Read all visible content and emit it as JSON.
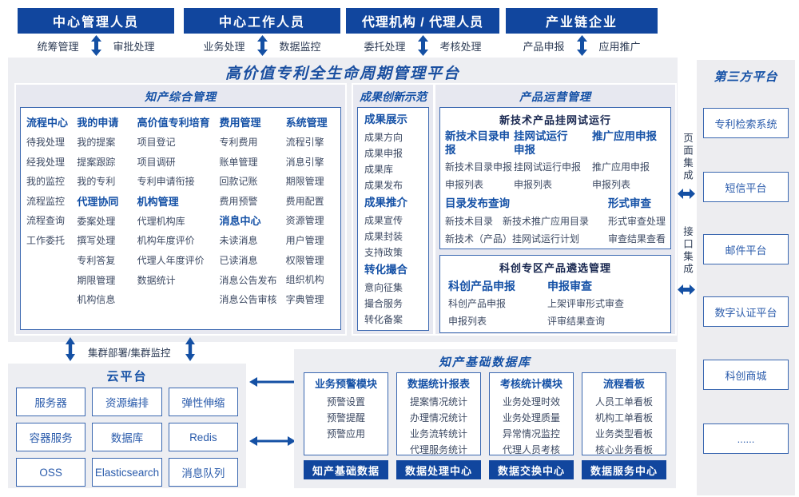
{
  "roles": [
    {
      "title": "中心管理人员",
      "left": "统筹管理",
      "right": "审批处理"
    },
    {
      "title": "中心工作人员",
      "left": "业务处理",
      "right": "数据监控"
    },
    {
      "title": "代理机构 / 代理人员",
      "left": "委托处理",
      "right": "考核处理"
    },
    {
      "title": "产业链企业",
      "left": "产品申报",
      "right": "应用推广"
    }
  ],
  "platform_title": "高价值专利全生命周期管理平台",
  "ip_management": {
    "title": "知产综合管理",
    "columns": [
      {
        "groups": [
          {
            "header": "流程中心",
            "items": [
              "待我处理",
              "经我处理",
              "我的监控",
              "流程监控",
              "流程查询",
              "工作委托"
            ]
          }
        ]
      },
      {
        "groups": [
          {
            "header": "我的申请",
            "items": [
              "我的提案",
              "提案跟踪",
              "我的专利"
            ]
          },
          {
            "header": "代理协同",
            "items": [
              "委案处理",
              "撰写处理",
              "专利答复",
              "期限管理",
              "机构信息"
            ]
          }
        ]
      },
      {
        "groups": [
          {
            "header": "高价值专利培育",
            "items": [
              "项目登记",
              "项目调研",
              "专利申请衔接"
            ]
          },
          {
            "header": "机构管理",
            "items": [
              "代理机构库",
              "机构年度评价",
              "代理人年度评价",
              "数据统计"
            ]
          }
        ]
      },
      {
        "groups": [
          {
            "header": "费用管理",
            "items": [
              "专利费用",
              "账单管理",
              "回款记账",
              "费用预警"
            ]
          },
          {
            "header": "消息中心",
            "items": [
              "未读消息",
              "已读消息",
              "消息公告发布",
              "消息公告审核"
            ]
          }
        ]
      },
      {
        "groups": [
          {
            "header": "系统管理",
            "items": [
              "流程引擎",
              "消息引擎",
              "期限管理",
              "费用配置",
              "资源管理",
              "用户管理",
              "权限管理",
              "组织机构",
              "字典管理"
            ]
          }
        ]
      }
    ]
  },
  "achievements": {
    "title": "成果创新示范",
    "groups": [
      {
        "header": "成果展示",
        "items": [
          "成果方向",
          "成果申报",
          "成果库",
          "成果发布"
        ]
      },
      {
        "header": "成果推介",
        "items": [
          "成果宣传",
          "成果封装",
          "支持政策"
        ]
      },
      {
        "header": "转化撮合",
        "items": [
          "意向征集",
          "撮合服务",
          "转化备案"
        ]
      }
    ]
  },
  "product_ops": {
    "title": "产品运营管理",
    "trial": {
      "title": "新技术产品挂网试运行",
      "columns": [
        {
          "header": "新技术目录申报",
          "items": [
            "新技术目录申报",
            "申报列表"
          ]
        },
        {
          "header": "挂网试运行申报",
          "items": [
            "挂网试运行申报",
            "申报列表"
          ]
        },
        {
          "header": "推广应用申报",
          "items": [
            "推广应用申报",
            "申报列表"
          ]
        }
      ],
      "catalog": {
        "header": "目录发布查询",
        "line1_left": "新技术目录",
        "line1_right": "新技术推广应用目录",
        "line2": "新技术（产品）挂网试运行计划"
      },
      "review": {
        "header": "形式审查",
        "items": [
          "形式审查处理",
          "审查结果查看"
        ]
      }
    },
    "selection": {
      "title": "科创专区产品遴选管理",
      "columns": [
        {
          "header": "科创产品申报",
          "items": [
            "科创产品申报",
            "申报列表"
          ]
        },
        {
          "header": "申报审查",
          "items": [
            "上架评审形式审查",
            "评审结果查询"
          ]
        }
      ]
    }
  },
  "integration": {
    "page": "页面集成",
    "api": "接口集成"
  },
  "third_party": {
    "title": "第三方平台",
    "items": [
      "专利检索系统",
      "短信平台",
      "邮件平台",
      "数字认证平台",
      "科创商城",
      "......"
    ]
  },
  "cluster_label": "集群部署/集群监控",
  "cloud": {
    "title": "云平台",
    "items": [
      "服务器",
      "资源编排",
      "弹性伸缩",
      "容器服务",
      "数据库",
      "Redis",
      "OSS",
      "Elasticsearch",
      "消息队列"
    ]
  },
  "data_warehouse": {
    "title": "知产基础数据库",
    "columns": [
      {
        "header": "业务预警模块",
        "items": [
          "预警设置",
          "预警提醒",
          "预警应用"
        ],
        "footer": "知产基础数据"
      },
      {
        "header": "数据统计报表",
        "items": [
          "提案情况统计",
          "办理情况统计",
          "业务流转统计",
          "代理服务统计"
        ],
        "footer": "数据处理中心"
      },
      {
        "header": "考核统计模块",
        "items": [
          "业务处理时效",
          "业务处理质量",
          "异常情况监控",
          "代理人员考核"
        ],
        "footer": "数据交换中心"
      },
      {
        "header": "流程看板",
        "items": [
          "人员工单看板",
          "机构工单看板",
          "业务类型看板",
          "核心业务看板"
        ],
        "footer": "数据服务中心"
      }
    ]
  },
  "colors": {
    "primary": "#11469e",
    "accent": "#1551a6",
    "arrow": "#1450a4"
  }
}
